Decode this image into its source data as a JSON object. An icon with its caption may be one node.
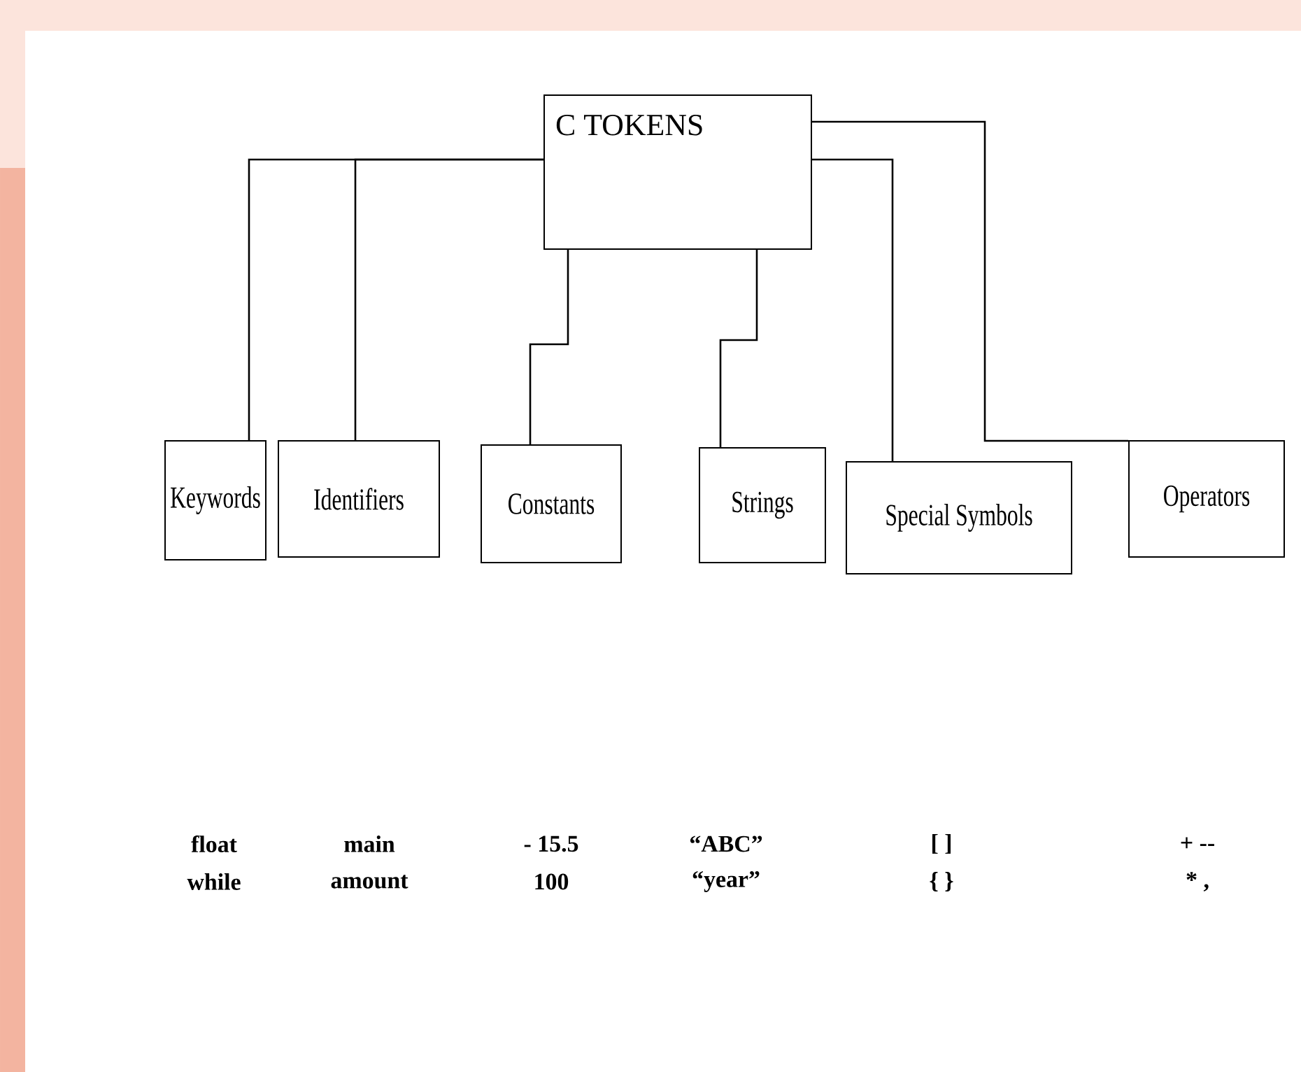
{
  "diagram": {
    "nodes": [
      {
        "text": [
          "C TOKENS"
        ]
      },
      {
        "text": [
          "Keywords"
        ],
        "beside": [
          "float",
          "while"
        ]
      },
      {
        "text": [
          "Identifiers"
        ],
        "beside": [
          "main",
          "amount"
        ]
      },
      {
        "text": [
          "Constants"
        ],
        "beside": [
          "- 15.5",
          "100"
        ]
      },
      {
        "text": [
          "Strings"
        ],
        "beside": [
          "“ABC”",
          "“year”"
        ]
      },
      {
        "text": [
          "Special Symbols"
        ],
        "beside": [
          "[ ]",
          "{ }"
        ]
      },
      {
        "text": [
          "Operators"
        ],
        "beside": [
          "+ --",
          "*  ,"
        ]
      }
    ],
    "edges": [
      {
        "from": 0,
        "to": 1,
        "arrow": "none"
      },
      {
        "from": 0,
        "to": 2,
        "arrow": "none"
      },
      {
        "from": 0,
        "to": 3,
        "arrow": "none"
      },
      {
        "from": 0,
        "to": 4,
        "arrow": "none"
      },
      {
        "from": 0,
        "to": 5,
        "arrow": "none"
      },
      {
        "from": 0,
        "to": 6,
        "arrow": "none"
      }
    ]
  }
}
